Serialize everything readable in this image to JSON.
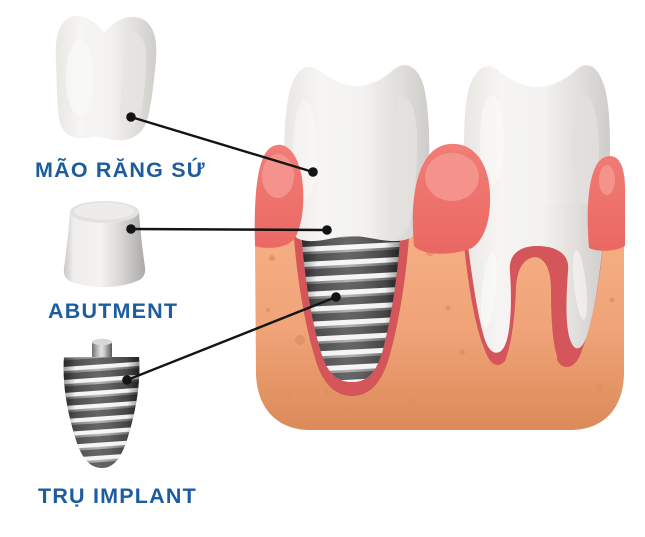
{
  "diagram": {
    "labels": {
      "crown": "MÃO RĂNG SỨ",
      "abutment": "ABUTMENT",
      "implant": "TRỤ IMPLANT"
    }
  },
  "colors": {
    "label_blue": "#1D5C9F",
    "gum": "#EE6F6B",
    "gum_highlight": "#F4938C",
    "socket_red": "#D4555A",
    "bone_top": "#F5B183",
    "bone_bottom": "#DB8A59",
    "bone_speckle": "#E08F62",
    "tooth_white": "#F4F3F1",
    "metal_gray": "#9E9E9E",
    "leader_line": "#141414"
  }
}
